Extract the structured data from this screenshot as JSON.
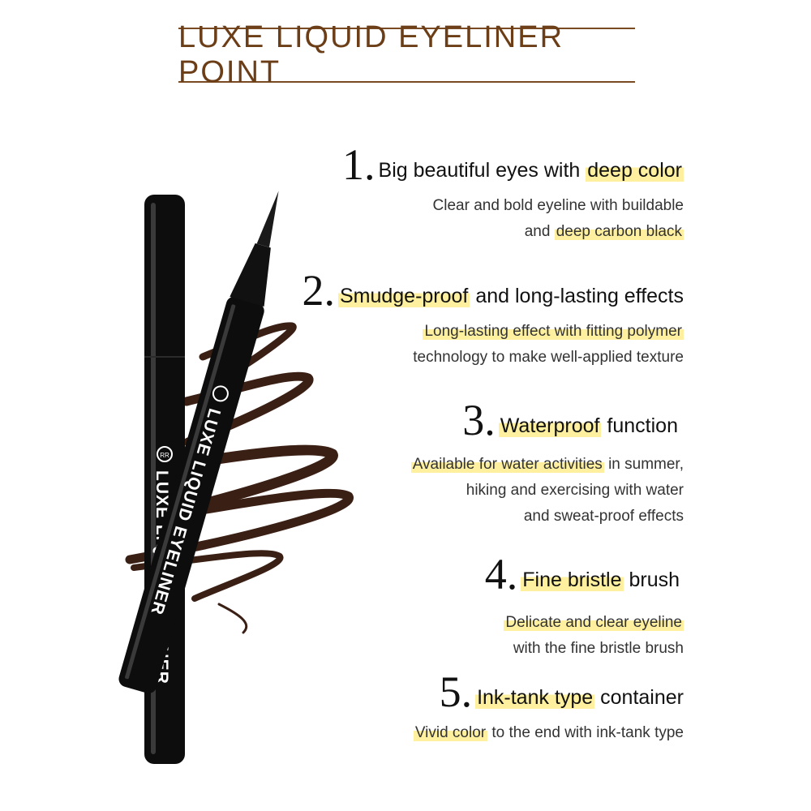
{
  "title": "LUXE LIQUID EYELINER POINT",
  "product": {
    "label_text": "LUXE LIQUID EYELINER",
    "logo_text": "RR",
    "colors": {
      "body": "#0d0d0d",
      "stroke": "#3a1f14",
      "title_brown": "#6b3e18",
      "highlight": "#fff0a0"
    }
  },
  "features": [
    {
      "number": "1.",
      "heading_before": "Big beautiful eyes with ",
      "heading_highlight": "deep color",
      "heading_after": "",
      "lines": [
        {
          "before": "Clear and bold eyeline with buildable",
          "highlight": "",
          "after": ""
        },
        {
          "before": "and ",
          "highlight": "deep carbon black",
          "after": ""
        }
      ]
    },
    {
      "number": "2.",
      "heading_before": "",
      "heading_highlight": "Smudge-proof",
      "heading_after": " and long-lasting effects",
      "lines": [
        {
          "before": "",
          "highlight": "Long-lasting effect with fitting polymer",
          "after": ""
        },
        {
          "before": "technology to make well-applied texture",
          "highlight": "",
          "after": ""
        }
      ]
    },
    {
      "number": "3.",
      "heading_before": "",
      "heading_highlight": "Waterproof",
      "heading_after": " function",
      "lines": [
        {
          "before": "",
          "highlight": "Available for water activities",
          "after": " in summer,"
        },
        {
          "before": "hiking and exercising with water",
          "highlight": "",
          "after": ""
        },
        {
          "before": "and sweat-proof effects",
          "highlight": "",
          "after": ""
        }
      ]
    },
    {
      "number": "4.",
      "heading_before": "",
      "heading_highlight": "Fine bristle",
      "heading_after": " brush",
      "lines": [
        {
          "before": "",
          "highlight": "Delicate and clear eyeline",
          "after": ""
        },
        {
          "before": "with the fine bristle brush",
          "highlight": "",
          "after": ""
        }
      ]
    },
    {
      "number": "5.",
      "heading_before": "",
      "heading_highlight": "Ink-tank type",
      "heading_after": " container",
      "lines": [
        {
          "before": "",
          "highlight": "Vivid color",
          "after": " to the end with ink-tank type"
        }
      ]
    }
  ]
}
